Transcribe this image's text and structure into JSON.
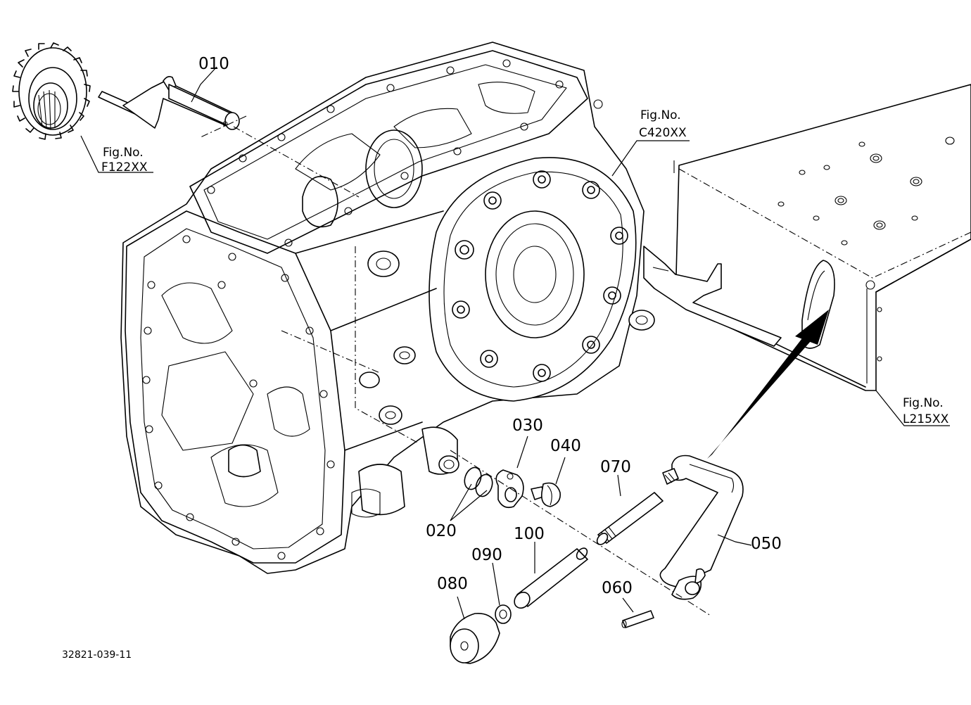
{
  "document_id": "32821-039-11",
  "part_labels": {
    "p010": "010",
    "p020": "020",
    "p030": "030",
    "p040": "040",
    "p050": "050",
    "p060": "060",
    "p070": "070",
    "p080": "080",
    "p090": "090",
    "p100": "100"
  },
  "figure_refs": {
    "f122": {
      "caption": "Fig.No.",
      "code": "F122XX"
    },
    "c420": {
      "caption": "Fig.No.",
      "code": "C420XX"
    },
    "l215": {
      "caption": "Fig.No.",
      "code": "L215XX"
    }
  },
  "colors": {
    "ink": "#000000",
    "paper": "#ffffff"
  }
}
